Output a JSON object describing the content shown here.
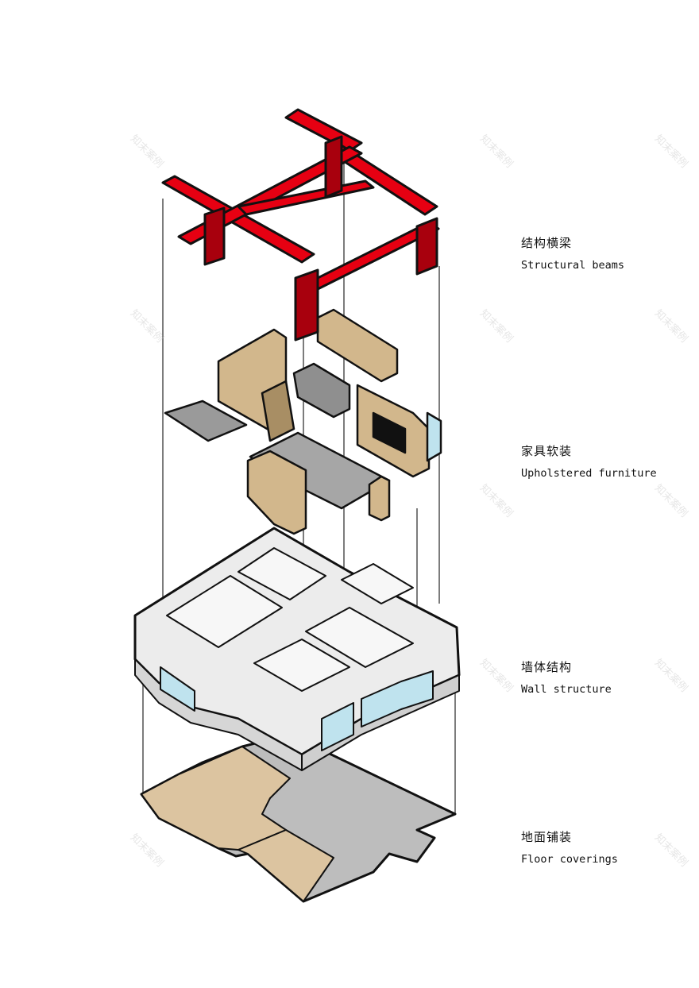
{
  "layers": [
    {
      "id": "beams",
      "zh": "结构横梁",
      "en": "Structural beams"
    },
    {
      "id": "furniture",
      "zh": "家具软装",
      "en": "Upholstered furniture"
    },
    {
      "id": "walls",
      "zh": "墙体结构",
      "en": "Wall structure"
    },
    {
      "id": "floor",
      "zh": "地面铺装",
      "en": "Floor coverings"
    }
  ],
  "watermark": "知末案例",
  "colors": {
    "beam": "#e60012",
    "beam_dark": "#a8000d",
    "wood": "#d2b78c",
    "wood_dark": "#a88e64",
    "wall": "#f2f2f2",
    "wall_shade": "#d9d9d9",
    "floor_stone": "#bdbdbd",
    "floor_wood": "#dcc4a0",
    "glass": "#bfe3ee",
    "outline": "#111111"
  }
}
